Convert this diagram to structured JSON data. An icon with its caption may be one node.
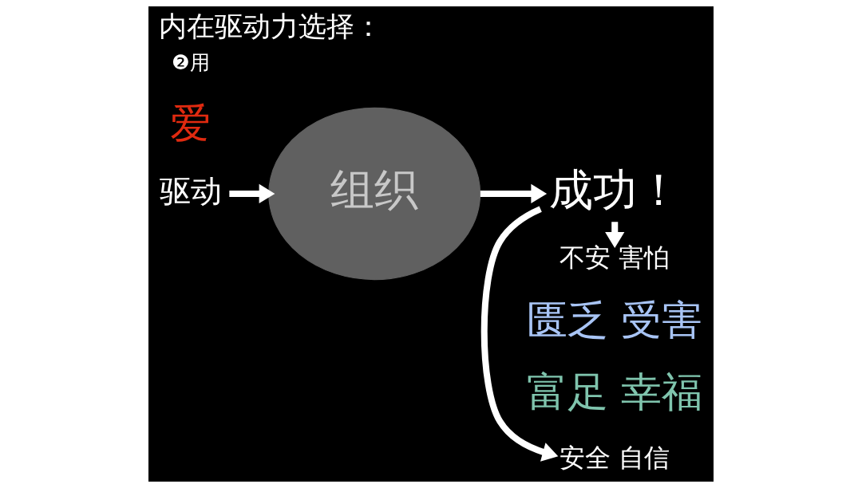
{
  "diagram": {
    "title": "内在驱动力选择：",
    "nodes": [
      {
        "text": [
          "驱动"
        ]
      },
      {
        "text": [
          "组织"
        ]
      },
      {
        "text": [
          "成功！"
        ]
      },
      {
        "text": [
          "安全 自信"
        ]
      },
      {
        "text": [
          "不安 害怕"
        ]
      }
    ],
    "edges": [
      {
        "from": 0,
        "to": 1,
        "arrow": "to"
      },
      {
        "from": 1,
        "to": 2,
        "arrow": "to"
      },
      {
        "from": 2,
        "to": 3,
        "arrow": "to"
      },
      {
        "from": 2,
        "to": 4,
        "arrow": "to"
      }
    ],
    "labels": [
      "❷用",
      "爱",
      "富足 幸福",
      "匮乏 受害"
    ]
  }
}
